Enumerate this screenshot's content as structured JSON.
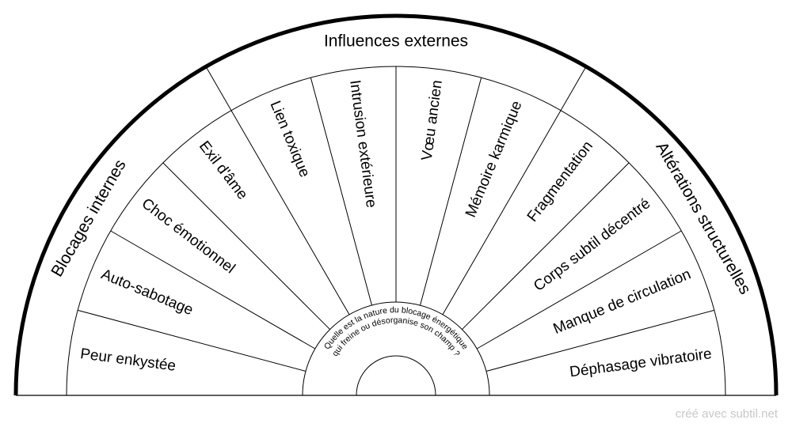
{
  "diagram": {
    "center_question_line1": "Quelle est la nature du blocage énergétique",
    "center_question_line2": "qui freine ou désorganise son champ ?",
    "categories": [
      {
        "label": "Blocages internes"
      },
      {
        "label": "Influences externes"
      },
      {
        "label": "Altérations structurelles"
      }
    ],
    "segments": [
      {
        "label": "Peur enkystée"
      },
      {
        "label": "Auto-sabotage"
      },
      {
        "label": "Choc émotionnel"
      },
      {
        "label": "Exil d'âme"
      },
      {
        "label": "Lien toxique"
      },
      {
        "label": "Intrusion extérieure"
      },
      {
        "label": "Vœu ancien"
      },
      {
        "label": "Mémoire karmique"
      },
      {
        "label": "Fragmentation"
      },
      {
        "label": "Corps subtil décentré"
      },
      {
        "label": "Manque de circulation"
      },
      {
        "label": "Déphasage vibratoire"
      }
    ]
  },
  "footer": {
    "credit": "créé avec subtil.net"
  }
}
